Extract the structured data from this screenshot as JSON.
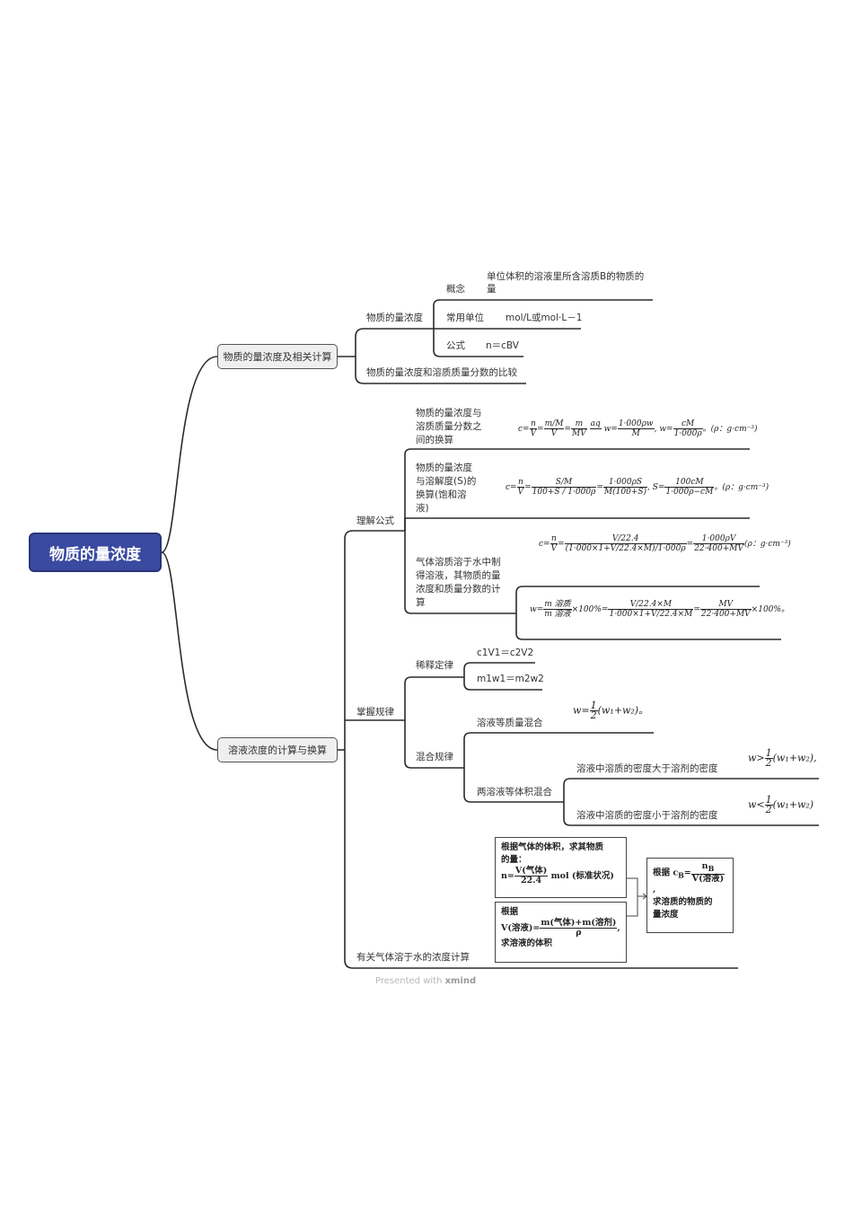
{
  "root": {
    "title": "物质的量浓度"
  },
  "branch1": {
    "title": "物质的量浓度及相关计算",
    "sub1": {
      "title": "物质的量浓度",
      "concept_label": "概念",
      "concept_value_1": "单位体积的溶液里所含溶质B的物质的",
      "concept_value_2": "量",
      "unit_label": "常用单位",
      "unit_value": "mol/L或mol·L－1",
      "formula_label": "公式",
      "formula_value": "n＝cBV"
    },
    "sub2": {
      "title": "物质的量浓度和溶质质量分数的比较"
    }
  },
  "branch2": {
    "title": "溶液浓度的计算与换算",
    "formulas": {
      "title": "理解公式",
      "item1": {
        "label": "物质的量浓度与溶质质量分数之间的换算"
      },
      "item2": {
        "label": "物质的量浓度与溶解度(S)的换算(饱和溶液)"
      },
      "item3": {
        "label": "气体溶质溶于水中制得溶液，其物质的量浓度和质量分数的计算"
      }
    },
    "rules": {
      "title": "掌握规律",
      "dilution": {
        "title": "稀释定律",
        "eq1": "c1V1＝c2V2",
        "eq2": "m1w1＝m2w2"
      },
      "mixing": {
        "title": "混合规律",
        "equal_mass": "溶液等质量混合",
        "equal_volume": "两溶液等体积混合",
        "denser": "溶液中溶质的密度大于溶剂的密度",
        "lighter": "溶液中溶质的密度小于溶剂的密度"
      }
    },
    "gas": {
      "title": "有关气体溶于水的浓度计算",
      "box1_line1": "根据气体的体积，求其物质",
      "box1_line2": "的量：",
      "box1_unit": "mol (标准状况)",
      "box2_line1": "根据",
      "box2_line2": "求溶液的体积",
      "box3_line1": "根据",
      "box3_line2": "求溶质的物质的",
      "box3_line3": "量浓度"
    }
  },
  "footer": {
    "text": "Presented with",
    "brand": "xmind"
  }
}
